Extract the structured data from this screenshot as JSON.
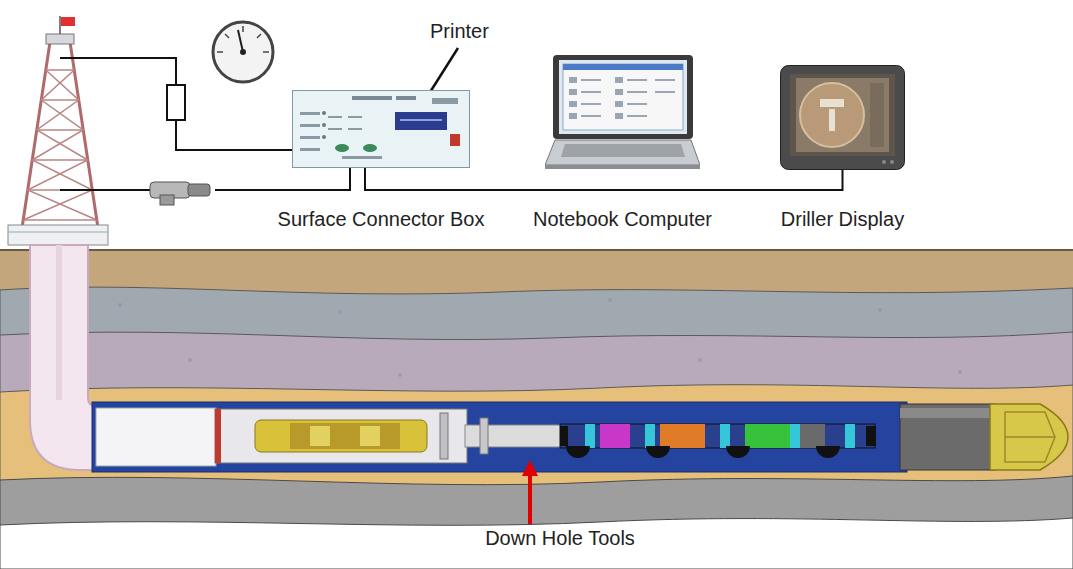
{
  "diagram": {
    "nodes": [
      {
        "text": [
          "Surface Connector Box"
        ]
      },
      {
        "text": [
          "Notebook Computer"
        ]
      },
      {
        "text": [
          "Driller Display"
        ]
      }
    ],
    "edges": [
      {
        "from": 0,
        "to": 2,
        "arrow": "none"
      }
    ],
    "labels": [
      "Printer",
      "Down Hole Tools"
    ]
  }
}
